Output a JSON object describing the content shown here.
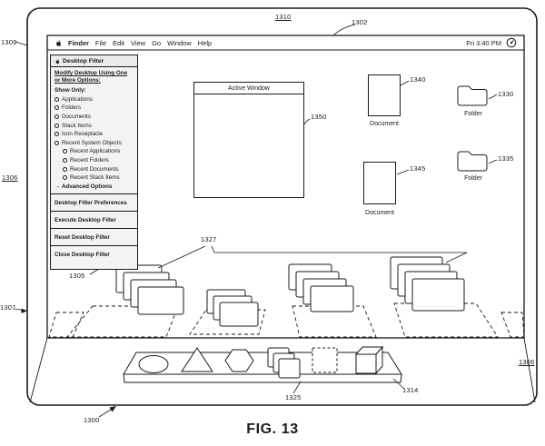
{
  "figure": {
    "caption": "FIG. 13"
  },
  "refs": {
    "r1300": "1300",
    "r1302": "1302",
    "r1305": "1305",
    "r1306_left": "1306",
    "r1306_right": "1306",
    "r1307": "1307",
    "r1309": "1309",
    "r1310": "1310",
    "r1314": "1314",
    "r1325": "1325",
    "r1327": "1327",
    "r1330": "1330",
    "r1335": "1335",
    "r1340": "1340",
    "r1345": "1345",
    "r1350": "1350"
  },
  "menubar": {
    "apple_icon": "apple-logo",
    "items": [
      "Finder",
      "File",
      "Edit",
      "View",
      "Go",
      "Window",
      "Help"
    ],
    "clock": "Fri 3:40 PM",
    "status_icon": "circle-badge"
  },
  "filter_panel": {
    "apple_icon": "apple-logo",
    "title": "Desktop Filter",
    "heading": "Modify Desktop Using One or More Options:",
    "show_only": "Show Only:",
    "options": [
      "Applications",
      "Folders",
      "Documents",
      "Stack Items",
      "Icon Receptacle",
      "Recent System Objects"
    ],
    "sub_options": [
      "Recent Applications",
      "Recent Folders",
      "Recent Documents",
      "Recent Stack Items"
    ],
    "advanced_arrow": "→",
    "advanced": "Advanced Options",
    "actions": [
      "Desktop Filter Preferences",
      "Execute Desktop Filter",
      "Reset Desktop Filter",
      "Close Desktop Filter"
    ]
  },
  "desktop": {
    "active_window_title": "Active Window",
    "documents": [
      "Document",
      "Document"
    ],
    "folders": [
      "Folder",
      "Folder"
    ]
  },
  "colors": {
    "line": "#1a1a1a",
    "panel_bg": "#f3f3f3"
  }
}
